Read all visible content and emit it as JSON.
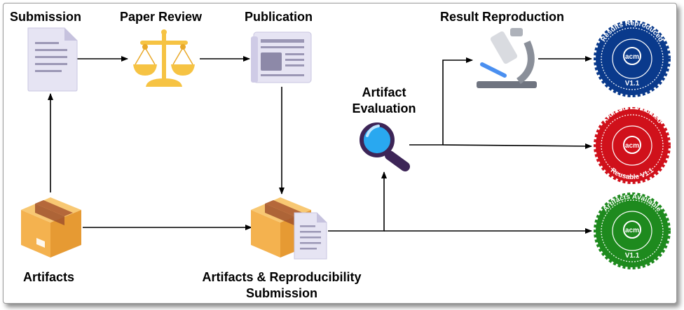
{
  "labels": {
    "submission": "Submission",
    "paper_review": "Paper Review",
    "publication": "Publication",
    "result_reproduction": "Result Reproduction",
    "artifact_evaluation_line1": "Artifact",
    "artifact_evaluation_line2": "Evaluation",
    "artifacts": "Artifacts",
    "ar_submission_line1": "Artifacts & Reproducibility",
    "ar_submission_line2": "Submission"
  },
  "badges": {
    "reproduced": {
      "top": "Results Reproduced",
      "logo": "acm",
      "version": "V1.1",
      "color": "#0a3a8c"
    },
    "evaluated": {
      "top": "Artifacts Evaluated",
      "logo": "acm",
      "bottom": "Reusable V1.1",
      "color": "#d0111b"
    },
    "available": {
      "top": "Artifacts Available",
      "logo": "acm",
      "version": "V1.1",
      "color": "#1e8a1e"
    }
  },
  "icons": {
    "submission": "document-icon",
    "paper_review": "scales-icon",
    "publication": "newspaper-icon",
    "result_reproduction": "microscope-icon",
    "artifact_evaluation": "magnifier-icon",
    "artifacts": "box-icon",
    "ar_submission": "box-document-icon"
  },
  "colors": {
    "arrow": "#000000",
    "box": "#f4b24f",
    "box_tape": "#a0522d",
    "document": "#e6e4f3",
    "scales": "#f6c343",
    "magnifier_lens": "#29a8f0",
    "magnifier_handle": "#3d2557"
  }
}
